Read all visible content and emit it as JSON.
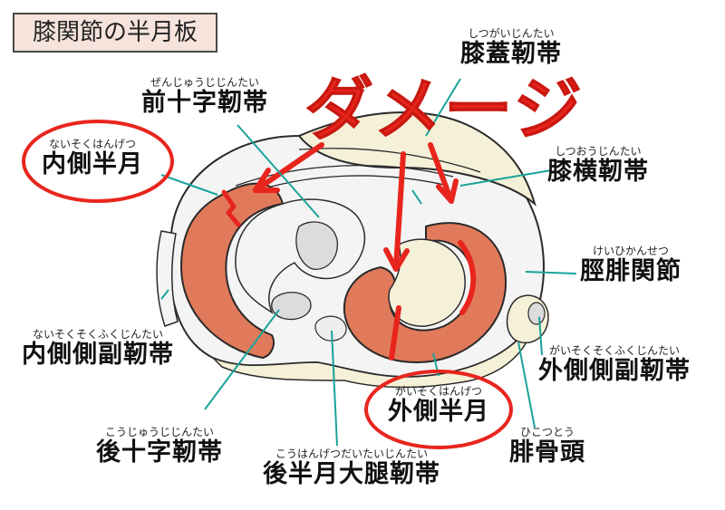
{
  "title": "膝関節の半月板",
  "damage_label": "ダメージ",
  "labels": {
    "patellar_ligament": {
      "ruby": "しつがいじんたい",
      "text": "膝蓋靭帯"
    },
    "acl": {
      "ruby": "ぜんじゅうじじんたい",
      "text": "前十字靭帯"
    },
    "medial_meniscus": {
      "ruby": "ないそくはんげつ",
      "text": "内側半月"
    },
    "transverse_ligament": {
      "ruby": "しつおうじんたい",
      "text": "膝横靭帯"
    },
    "tibiofibular_joint": {
      "ruby": "けいひかんせつ",
      "text": "脛腓関節"
    },
    "mcl": {
      "ruby": "ないそくそくふくじんたい",
      "text": "内側側副靭帯"
    },
    "lcl": {
      "ruby": "がいそくそくふくじんたい",
      "text": "外側側副靭帯"
    },
    "lateral_meniscus": {
      "ruby": "がいそくはんげつ",
      "text": "外側半月"
    },
    "pcl": {
      "ruby": "こうじゅうじじんたい",
      "text": "後十字靭帯"
    },
    "posterior_meniscofemoral": {
      "ruby": "こうはんげつだいたいじんたい",
      "text": "後半月大腿靭帯"
    },
    "fibular_head": {
      "ruby": "ひこつとう",
      "text": "腓骨頭"
    }
  },
  "colors": {
    "meniscus": "#e07a5a",
    "bone": "#f5f0d8",
    "white_tissue": "#f4f4f4",
    "outline": "#2a2a2a",
    "leader_line": "#1aa39a",
    "damage_red": "#e8251d",
    "title_bg": "#f6e4dc"
  }
}
